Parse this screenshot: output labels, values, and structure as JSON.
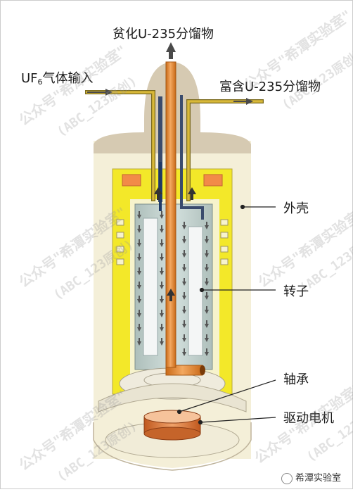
{
  "labels": {
    "depleted": "贫化U-235分馏物",
    "uf6_prefix": "UF",
    "uf6_sub": "6",
    "uf6_suffix": "气体输入",
    "enriched": "富含U-235分馏物",
    "casing": "外壳",
    "rotor": "转子",
    "bearing": "轴承",
    "motor": "驱动电机"
  },
  "watermarks": {
    "line1": "公众号\"希潭实验室\"",
    "line2": "(ABC_123原创)"
  },
  "footer": {
    "brand": "希潭实验室"
  },
  "colors": {
    "shell": "#d9cdb6",
    "shell_inner": "#f4efd5",
    "yellow": "#f4e928",
    "orange": "#f28a48",
    "rotor_teal": "#b9ccc8",
    "pipe": "#e88b2e",
    "feed_pipe": "#d4b330",
    "arrow_dark": "#555555"
  }
}
